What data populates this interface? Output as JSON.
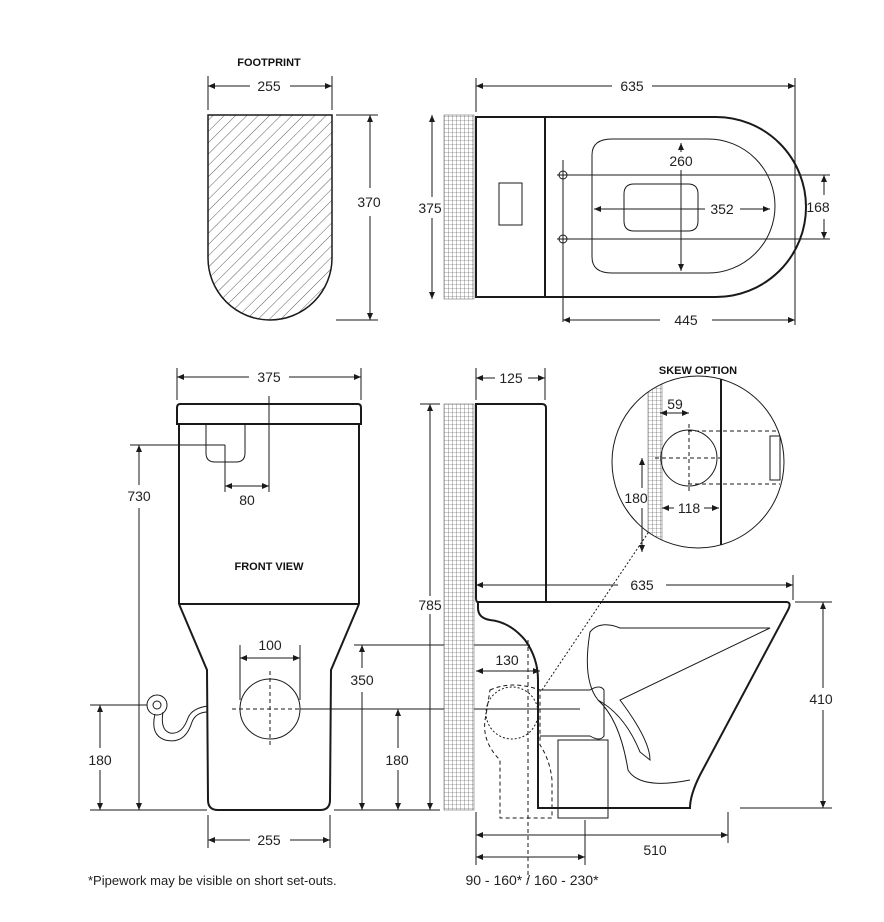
{
  "titles": {
    "footprint": "FOOTPRINT",
    "front_view": "FRONT VIEW",
    "skew_option": "SKEW OPTION"
  },
  "footprint": {
    "width": "255",
    "depth": "370"
  },
  "plan_view": {
    "overall_length": "635",
    "wall_height": "375",
    "dim_260": "260",
    "dim_352": "352",
    "dim_168": "168",
    "dim_445": "445"
  },
  "front_view": {
    "top_width": "375",
    "dim_730": "730",
    "dim_80": "80",
    "dim_100": "100",
    "dim_350": "350",
    "left_180": "180",
    "right_180": "180",
    "base_width": "255"
  },
  "side_view": {
    "dim_125": "125",
    "dim_785": "785",
    "dim_635": "635",
    "dim_130": "130",
    "dim_410": "410",
    "dim_510": "510",
    "setout": "90 - 160* / 160 - 230*"
  },
  "skew": {
    "dim_59": "59",
    "dim_180": "180",
    "dim_118": "118"
  },
  "footnote": "*Pipework may be visible on short set-outs."
}
